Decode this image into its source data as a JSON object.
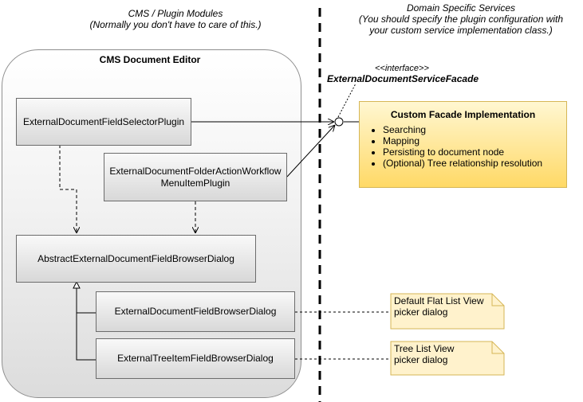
{
  "headers": {
    "left": "CMS / Plugin Modules\n(Normally you don't have to care of this.)",
    "right": "Domain Specific Services\n(You should specify the plugin configuration with\nyour custom service implementation class.)"
  },
  "group": {
    "title": "CMS Document Editor"
  },
  "boxes": {
    "selector_plugin": "ExternalDocumentFieldSelectorPlugin",
    "folder_action_plugin_line1": "ExternalDocumentFolderActionWorkflow",
    "folder_action_plugin_line2": "MenuItemPlugin",
    "abstract_dialog": "AbstractExternalDocumentFieldBrowserDialog",
    "field_browser_dialog": "ExternalDocumentFieldBrowserDialog",
    "tree_browser_dialog": "ExternalTreeItemFieldBrowserDialog"
  },
  "interface": {
    "stereotype": "<<interface>>",
    "name": "ExternalDocumentServiceFacade"
  },
  "custom_facade": {
    "title": "Custom Facade Implementation",
    "items": [
      "Searching",
      "Mapping",
      "Persisting to document node",
      "(Optional) Tree relationship resolution"
    ]
  },
  "notes": {
    "flat_list": "Default Flat List View\npicker dialog",
    "tree_list": "Tree List View\npicker dialog"
  },
  "colors": {
    "custom_fill": "#ffd966",
    "custom_border": "#d6b656",
    "note_fill": "#fff2cc",
    "box_border": "#6c6c6c"
  }
}
